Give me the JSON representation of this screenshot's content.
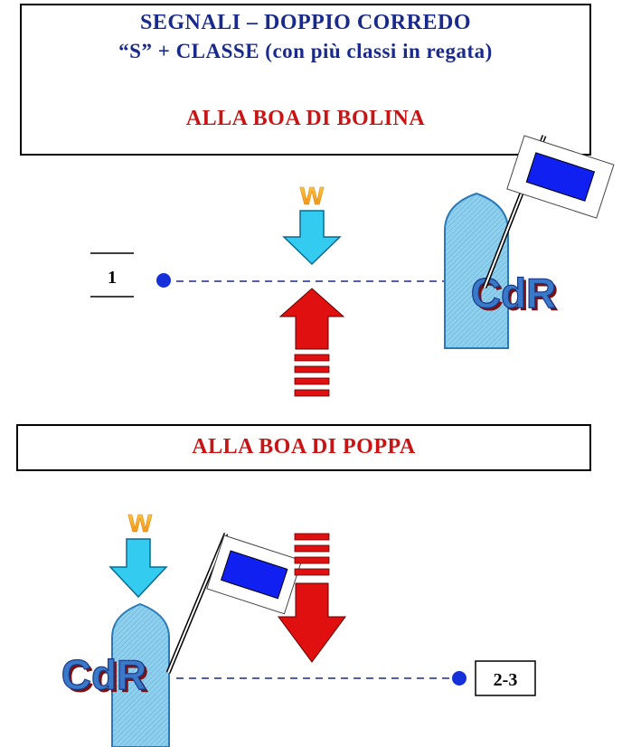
{
  "header": {
    "line1": "SEGNALI – DOPPIO CORREDO",
    "line2": "“S” + CLASSE (con più classi in regata)",
    "section_upwind": "ALLA BOA DI BOLINA"
  },
  "section_downwind": "ALLA BOA DI POPPA",
  "upwind_scene": {
    "wind_label": "W",
    "mark_label": "1",
    "committee_label": "CdR"
  },
  "downwind_scene": {
    "wind_label": "W",
    "mark_label": "2-3",
    "committee_label": "CdR"
  },
  "colors": {
    "title_blue": "#1a2a8c",
    "section_red": "#c81414",
    "wind_arrow": "#33ccf0",
    "course_arrow": "#e01010",
    "mark_buoy": "#1530d8",
    "committee_boat": "#8ed0ee",
    "flag_blue": "#1020f0"
  }
}
